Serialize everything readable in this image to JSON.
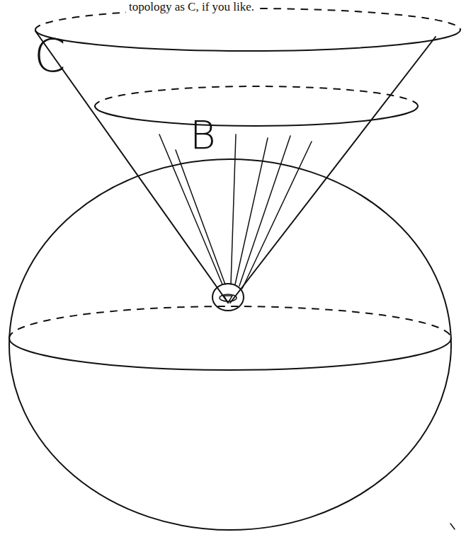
{
  "diagram": {
    "labels": [
      "topology as C, if you like.",
      "C",
      "B"
    ]
  }
}
